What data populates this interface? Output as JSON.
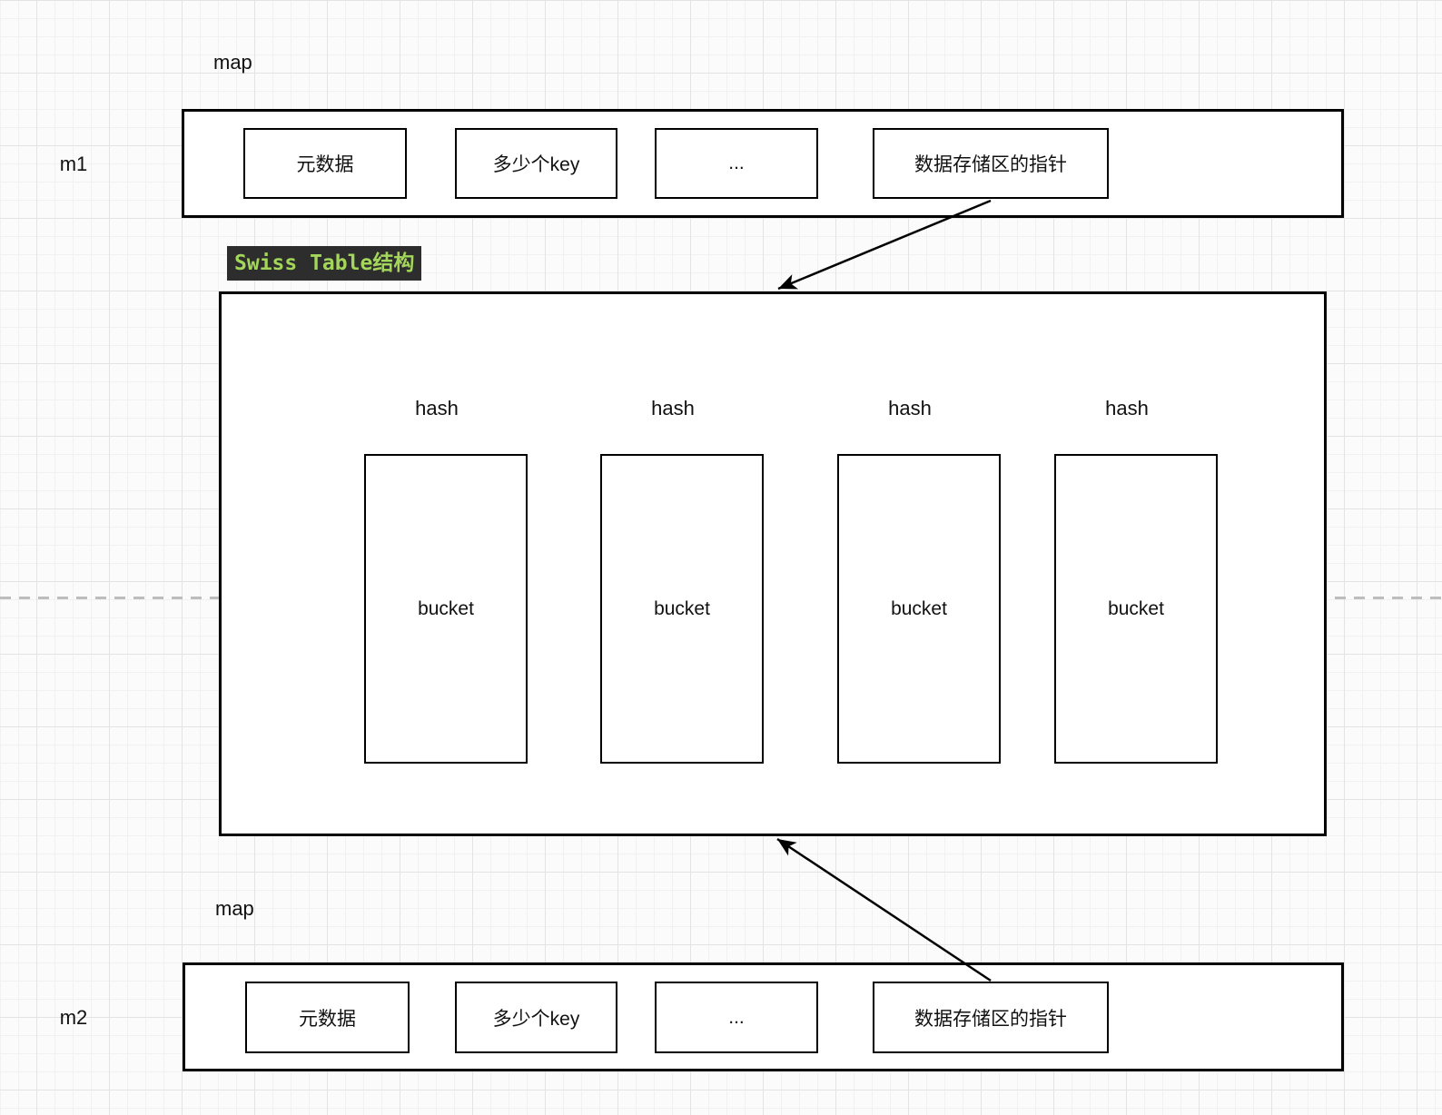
{
  "diagram": {
    "m1": {
      "map_label": "map",
      "name": "m1",
      "cells": [
        {
          "label": "元数据"
        },
        {
          "label": "多少个key"
        },
        {
          "label": "..."
        },
        {
          "label": "数据存储区的指针"
        }
      ]
    },
    "swiss_table": {
      "badge": "Swiss Table结构",
      "buckets": [
        {
          "hash": "hash",
          "label": "bucket"
        },
        {
          "hash": "hash",
          "label": "bucket"
        },
        {
          "hash": "hash",
          "label": "bucket"
        },
        {
          "hash": "hash",
          "label": "bucket"
        }
      ]
    },
    "m2": {
      "map_label": "map",
      "name": "m2",
      "cells": [
        {
          "label": "元数据"
        },
        {
          "label": "多少个key"
        },
        {
          "label": "..."
        },
        {
          "label": "数据存储区的指针"
        }
      ]
    }
  },
  "colors": {
    "stroke": "#000000",
    "text": "#111111",
    "shape_fill": "#ffffff",
    "badge_bg": "#2d2d2d",
    "badge_text": "#a3d65a",
    "page_divider": "#bdbdbd",
    "grid_minor": "#f1f1f1",
    "grid_major": "#e3e3e3",
    "canvas_bg": "#fbfbfb"
  }
}
